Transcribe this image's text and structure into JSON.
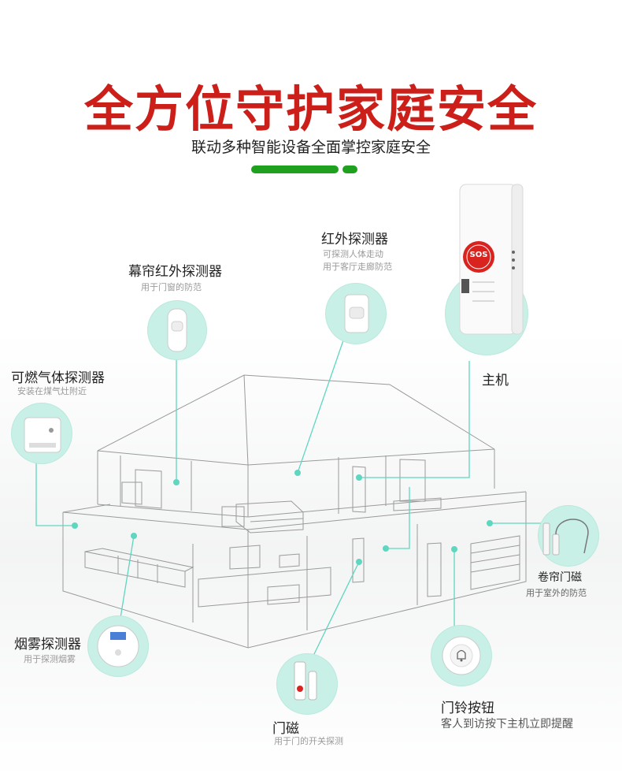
{
  "header": {
    "title": "全方位守护家庭安全",
    "subtitle": "联动多种智能设备全面掌控家庭安全"
  },
  "colors": {
    "title_red": "#cc1f1a",
    "accent_green": "#1fa01f",
    "line_teal": "#5fd6bf",
    "circle_mint": "#c8f0e6"
  },
  "host": {
    "button_text": "SOS",
    "label": "主机"
  },
  "devices": {
    "curtain_ir": {
      "label": "幕帘红外探测器",
      "desc": "用于门窗的防范"
    },
    "ir": {
      "label": "红外探测器",
      "desc1": "可探测人体走动",
      "desc2": "用于客厅走廊防范"
    },
    "gas": {
      "label": "可燃气体探测器",
      "desc": "安装在煤气灶附近"
    },
    "shutter": {
      "label": "卷帘门磁",
      "desc": "用于室外的防范"
    },
    "smoke": {
      "label": "烟雾探测器",
      "desc": "用于探测烟雾"
    },
    "door": {
      "label": "门磁",
      "desc": "用于门的开关探测"
    },
    "doorbell": {
      "label": "门铃按钮",
      "desc": "客人到访按下主机立即提醒"
    }
  }
}
